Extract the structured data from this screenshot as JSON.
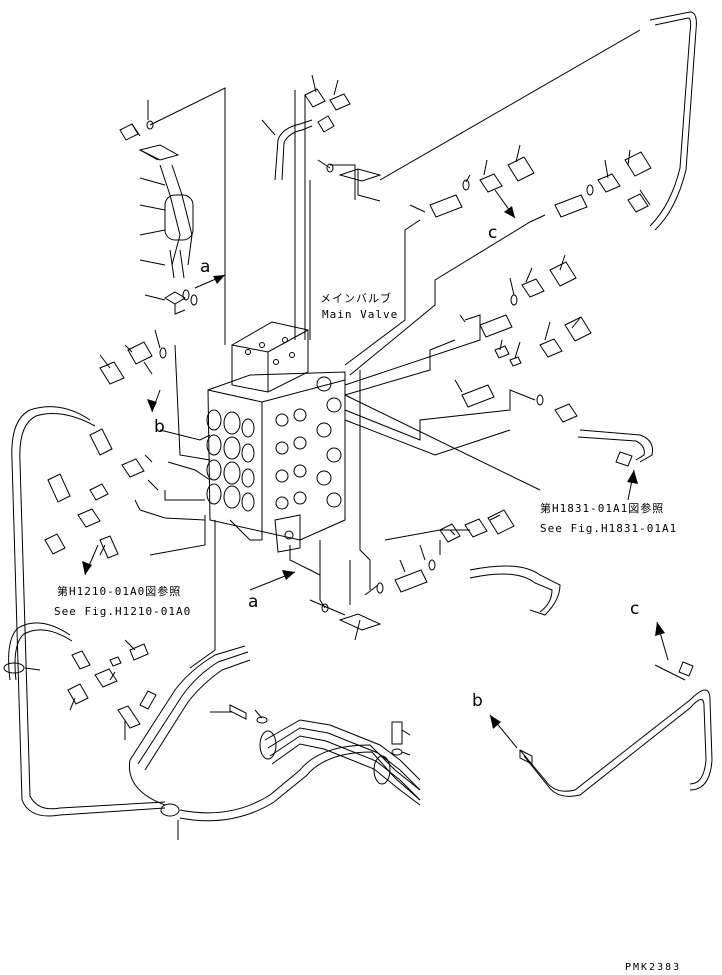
{
  "diagram": {
    "main_valve_jp": "メインバルブ",
    "main_valve_en": "Main Valve",
    "ref_h1831_jp": "第H1831-01A1図参照",
    "ref_h1831_en": "See Fig.H1831-01A1",
    "ref_h1210_jp": "第H1210-01A0図参照",
    "ref_h1210_en": "See Fig.H1210-01A0",
    "arrow_labels": {
      "a_top": "a",
      "a_bottom": "a",
      "b_left": "b",
      "b_bottom": "b",
      "c_top": "c",
      "c_right": "c"
    },
    "drawing_number": "PMK2383"
  }
}
